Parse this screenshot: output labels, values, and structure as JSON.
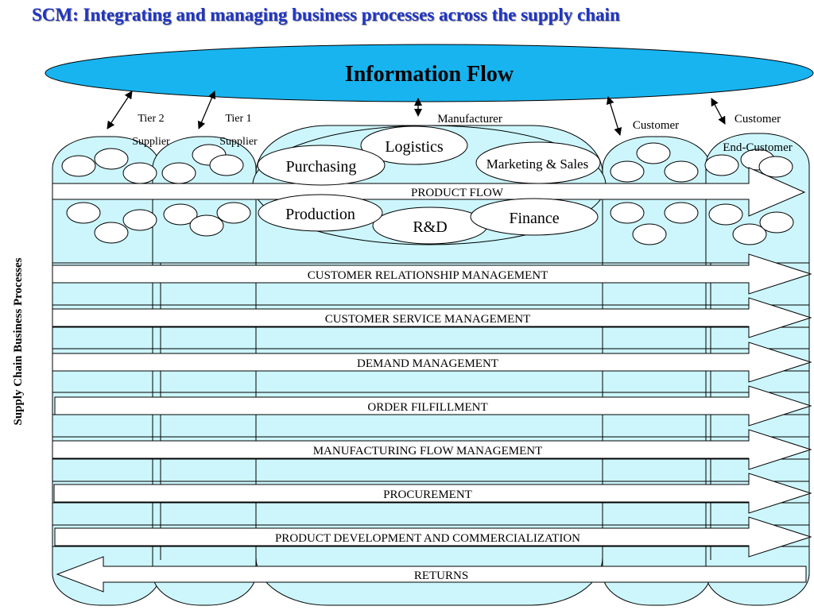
{
  "title": "SCM: Integrating and managing business processes across the supply chain",
  "information_flow": "Information Flow",
  "side_label": "Supply Chain Business Processes",
  "colors": {
    "title": "#1f35c8",
    "info_ellipse": "#18b4f0",
    "column_fill": "#ccf6fc"
  },
  "members": {
    "tier2": {
      "line1": "Tier  2",
      "line2": "Supplier"
    },
    "tier1": {
      "line1": "Tier  1",
      "line2": "Supplier"
    },
    "manufacturer": "Manufacturer",
    "customer": "Customer",
    "end_customer": {
      "line1": "Customer",
      "line2": "End-Customer"
    }
  },
  "functions": {
    "logistics": "Logistics",
    "purchasing": "Purchasing",
    "marketing": "Marketing & Sales",
    "production": "Production",
    "rnd": "R&D",
    "finance": "Finance"
  },
  "product_flow": "PRODUCT FLOW",
  "processes": [
    "CUSTOMER RELATIONSHIP MANAGEMENT",
    "CUSTOMER SERVICE MANAGEMENT",
    "DEMAND MANAGEMENT",
    "ORDER FILFILLMENT",
    "MANUFACTURING FLOW  MANAGEMENT",
    "PROCUREMENT",
    "PRODUCT DEVELOPMENT AND COMMERCIALIZATION"
  ],
  "returns": "RETURNS"
}
